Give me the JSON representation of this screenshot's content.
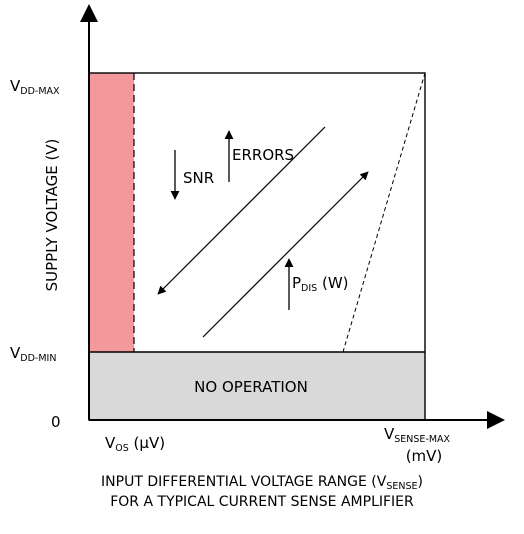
{
  "y_axis": {
    "title": "SUPPLY VOLTAGE (V)",
    "tick_max": {
      "main": "V",
      "sub": "DD-MAX"
    },
    "tick_min": {
      "main": "V",
      "sub": "DD-MIN"
    },
    "tick_zero": "0"
  },
  "x_axis": {
    "tick_left": {
      "main": "V",
      "sub": "OS",
      "unit": " (µV)"
    },
    "tick_right": {
      "main": "V",
      "sub": "SENSE-MAX",
      "unit": "(mV)"
    },
    "caption_line1": {
      "prefix": "INPUT DIFFERENTIAL VOLTAGE RANGE (V",
      "sub": "SENSE",
      "suffix": ")"
    },
    "caption_line2": "FOR A TYPICAL CURRENT SENSE AMPLIFIER"
  },
  "regions": {
    "no_operation_label": "NO OPERATION"
  },
  "trends": {
    "snr": "SNR",
    "errors": "ERRORS",
    "pdis": {
      "main": "P",
      "sub": "DIS",
      "unit": " (W)"
    }
  },
  "colors": {
    "offset_band": "#f4999b",
    "no_operation": "#d9d9d9",
    "stroke": "#000000"
  }
}
